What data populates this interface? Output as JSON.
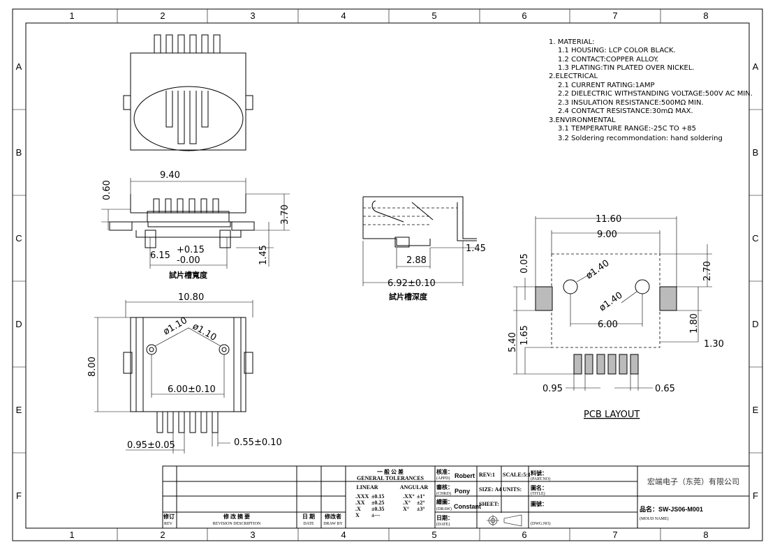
{
  "grid": {
    "columns": [
      "1",
      "2",
      "3",
      "4",
      "5",
      "6",
      "7",
      "8"
    ],
    "rows": [
      "A",
      "B",
      "C",
      "D",
      "E",
      "F"
    ]
  },
  "notes": [
    "1. MATERIAL:",
    "1.1 HOUSING: LCP COLOR BLACK.",
    "1.2 CONTACT:COPPER ALLOY.",
    "1.3 PLATING:TIN PLATED OVER NICKEL.",
    "2.ELECTRICAL",
    "2.1 CURRENT RATING:1AMP",
    "2.2 DIELECTRIC WITHSTANDING VOLTAGE:500V AC MIN.",
    "2.3 INSULATION RESISTANCE:500MΩ MIN.",
    "2.4 CONTACT RESISTANCE:30mΩ MAX.",
    "3.ENVIRONMENTAL",
    "3.1 TEMPERATURE RANGE:-25C TO +85",
    "3.2 Soldering recommondation: hand soldering"
  ],
  "front_view": {
    "width": "9.40",
    "height": "3.70",
    "top_offset": "0.60",
    "slot_width": "6.15",
    "slot_tol_plus": "+0.15",
    "slot_tol_minus": "-0.00",
    "slot_depth": "1.45",
    "caption": "試片槽寬度"
  },
  "side_view": {
    "depth": "6.92±0.10",
    "inner": "2.88",
    "tail": "1.45",
    "caption": "試片槽深度"
  },
  "bottom_view": {
    "width": "10.80",
    "height": "8.00",
    "hole1": "ø1.10",
    "hole2": "ø1.10",
    "hole_spacing": "6.00±0.10",
    "pitch": "0.95±0.05",
    "pin_width": "0.55±0.10"
  },
  "pcb_layout": {
    "overall_width": "11.60",
    "inner_width": "9.00",
    "hole1": "ø1.40",
    "hole2": "ø1.40",
    "hole_spacing": "6.00",
    "top_gap": "0.05",
    "top_height": "2.70",
    "height": "5.40",
    "height2": "1.65",
    "pad_height": "1.80",
    "pad_offset": "1.30",
    "pitch": "0.95",
    "pin_width": "0.65",
    "caption": "PCB LAYOUT"
  },
  "title_block": {
    "rev_label_cn": "修订",
    "rev_label": "REV",
    "desc_label_cn": "修 改 摘 要",
    "desc_label": "REVISION DESCRIPTION",
    "date_label_cn": "日 期",
    "date_label": "DATE",
    "drawby_label_cn": "修改者",
    "drawby_label": "DRAW BY",
    "tol_title_cn": "一 般 公 差",
    "tol_title": "GENERAL TOLERANCES",
    "linear": "LINEAR",
    "angular": "ANGULAR",
    "tolerances": [
      {
        "l": ".XXX",
        "lv": "±0.15",
        "a": ".XX°",
        "av": "±1°"
      },
      {
        "l": ".XX",
        "lv": "±0.25",
        "a": ".X°",
        "av": "±2°"
      },
      {
        "l": ".X",
        "lv": "±0.35",
        "a": "X°",
        "av": "±3°"
      },
      {
        "l": "X",
        "lv": "±---",
        "a": "",
        "av": ""
      }
    ],
    "appd_cn": "核准：",
    "appd": "(APPD)",
    "appd_name": "Robert",
    "chkd_cn": "審核：",
    "chkd": "(CHKD)",
    "chkd_name": "Pony",
    "draw_cn": "繪圖：",
    "draw": "(DRAW)",
    "draw_name": "Constant",
    "date_cn": "日期：",
    "date": "(DATE)",
    "rev": "REV:1",
    "scale": "SCALE:5:1",
    "size": "SIZE: A4",
    "units": "UNITS:",
    "sheet": "SHEET:",
    "partno_cn": "料號：",
    "partno": "(PART.NO)",
    "title_cn": "圖名：",
    "title": "(TITLE)",
    "dwgno_cn": "圖號：",
    "dwgno": "(DWG.NO)",
    "company": "宏端电子（东莞）有限公司",
    "mould_name": "品名：SW-JS06-M001",
    "mould_label": "(MOUD NAME)"
  }
}
